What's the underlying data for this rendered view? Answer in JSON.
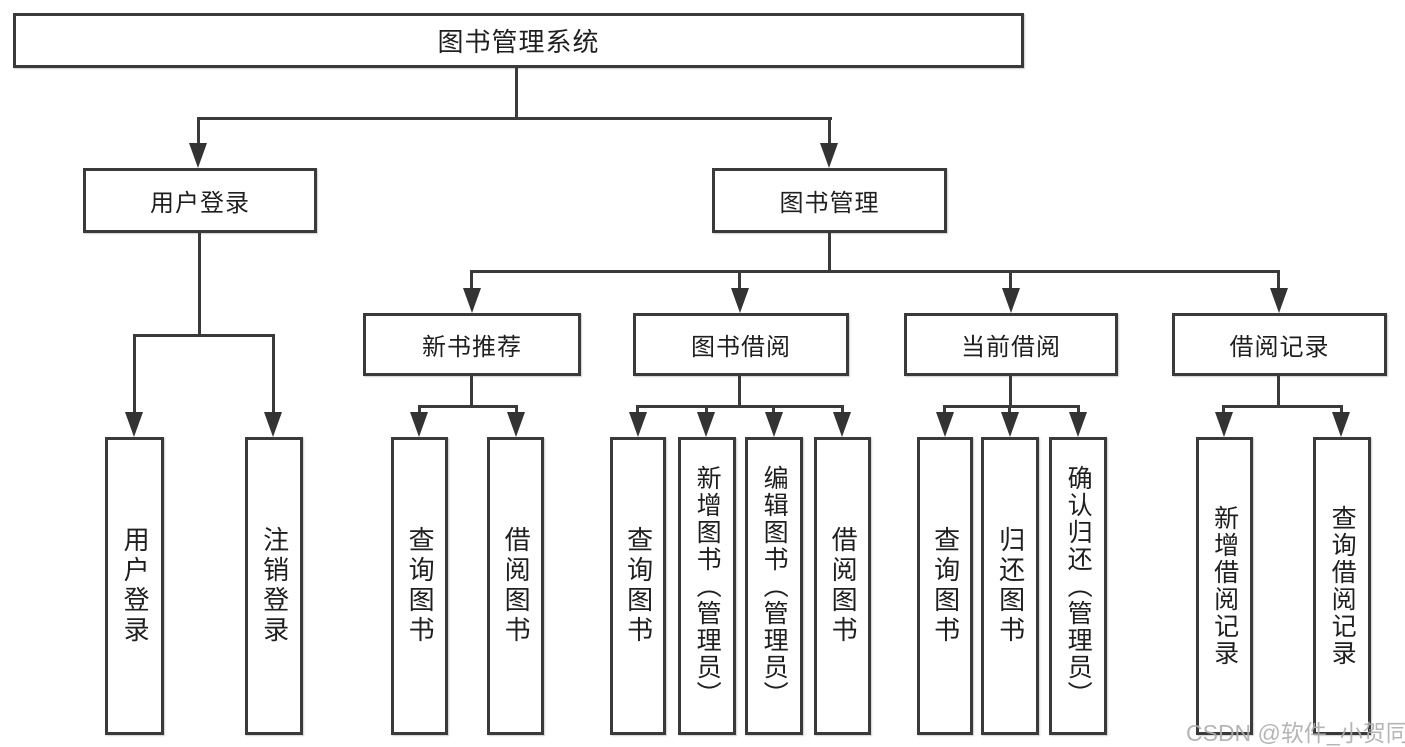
{
  "watermark": "CSDN @软件_小贺同学",
  "colors": {
    "background": "#ffffff",
    "line": "#3a3a3a",
    "text": "#1f1f1f",
    "watermark": "#aeaeae"
  },
  "tree": {
    "root": {
      "label": "图书管理系统",
      "children": [
        {
          "label": "用户登录",
          "children": [
            {
              "label": "用户登录"
            },
            {
              "label": "注销登录"
            }
          ]
        },
        {
          "label": "图书管理",
          "children": [
            {
              "label": "新书推荐",
              "children": [
                {
                  "label": "查询图书"
                },
                {
                  "label": "借阅图书"
                }
              ]
            },
            {
              "label": "图书借阅",
              "children": [
                {
                  "label": "查询图书"
                },
                {
                  "label": "新增图书（管理员）"
                },
                {
                  "label": "编辑图书（管理员）"
                },
                {
                  "label": "借阅图书"
                }
              ]
            },
            {
              "label": "当前借阅",
              "children": [
                {
                  "label": "查询图书"
                },
                {
                  "label": "归还图书"
                },
                {
                  "label": "确认归还（管理员）"
                }
              ]
            },
            {
              "label": "借阅记录",
              "children": [
                {
                  "label": "新增借阅记录"
                },
                {
                  "label": "查询借阅记录"
                }
              ]
            }
          ]
        }
      ]
    }
  }
}
